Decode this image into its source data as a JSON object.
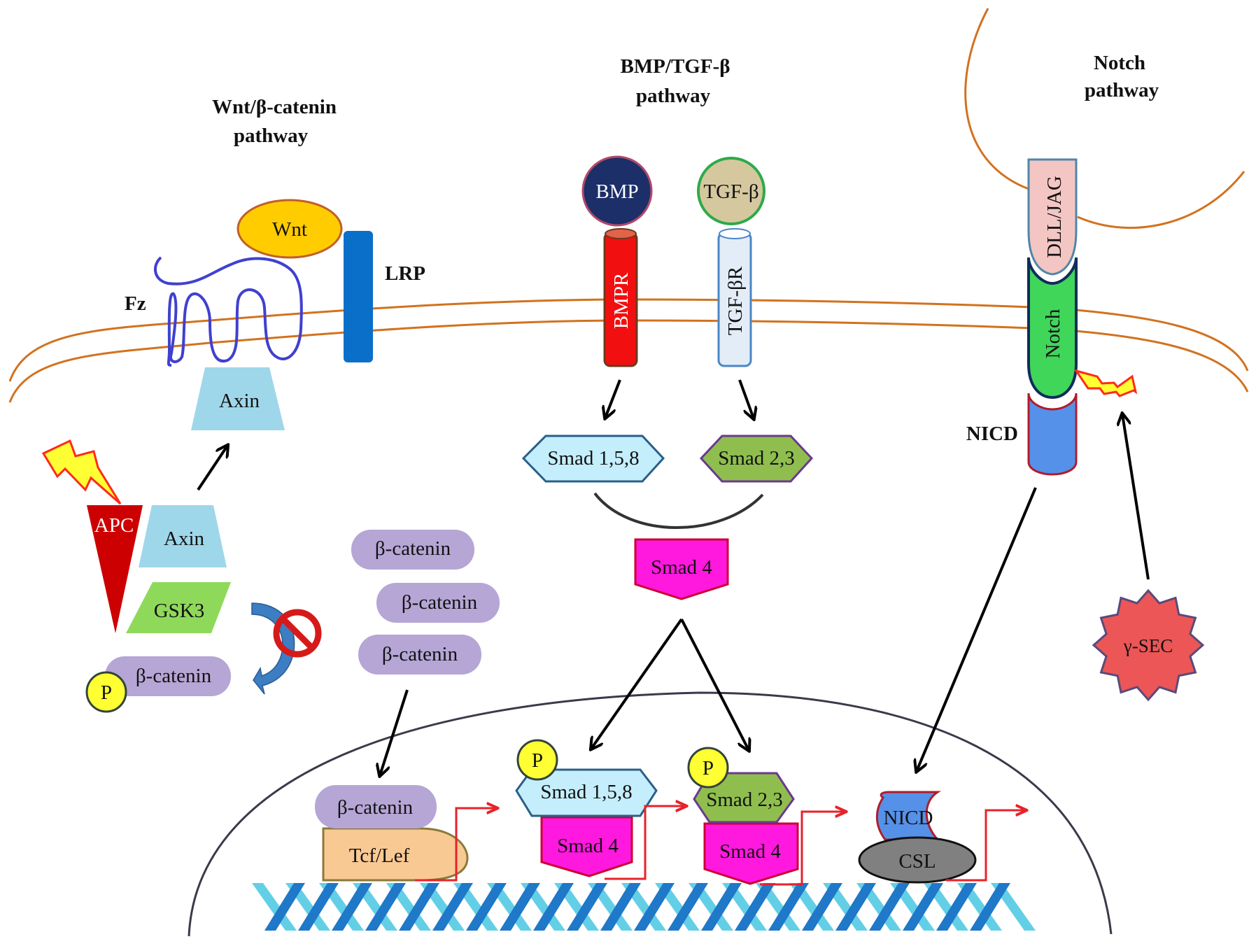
{
  "figure": {
    "titles": {
      "wnt": [
        "Wnt/β-catenin",
        "pathway"
      ],
      "bmp": [
        "BMP/TGF-β",
        "pathway"
      ],
      "notch": [
        "Notch",
        "pathway"
      ]
    },
    "wnt_pathway": {
      "ligand": "Wnt",
      "receptor_fz": "Fz",
      "coreceptor": "LRP",
      "axin_membrane": "Axin",
      "destruction_complex": {
        "apc": "APC",
        "axin": "Axin",
        "gsk3": "GSK3",
        "beta_catenin": "β-catenin",
        "phospho": "P"
      },
      "free_beta_catenin": [
        "β-catenin",
        "β-catenin",
        "β-catenin"
      ],
      "nuclear": {
        "beta_catenin": "β-catenin",
        "tcf_lef": "Tcf/Lef"
      }
    },
    "bmp_pathway": {
      "bmp_ligand": "BMP",
      "tgf_ligand": "TGF-β",
      "bmp_receptor": "BMPR",
      "tgf_receptor": "TGF-βR",
      "smad158": "Smad 1,5,8",
      "smad23": "Smad 2,3",
      "smad4": "Smad 4",
      "nuclear": {
        "smad158": "Smad 1,5,8",
        "smad158_smad4": "Smad 4",
        "smad23": "Smad 2,3",
        "smad23_smad4": "Smad 4",
        "phospho": "P"
      }
    },
    "notch_pathway": {
      "ligand": "DLL/JAG",
      "receptor": "Notch",
      "nicd_label": "NICD",
      "gamma_secretase": "γ-SEC",
      "nuclear": {
        "nicd": "NICD",
        "csl": "CSL"
      }
    },
    "colors": {
      "membrane": "#d2721f",
      "wnt": "#ffcc00",
      "lrp": "#0a6fc9",
      "fz": "#4040d0",
      "axin": "#9fd7ea",
      "apc": "#cc0000",
      "gsk3": "#8fd95a",
      "beta_catenin": "#b5a6d6",
      "phospho": "#ffff33",
      "bmp": "#1c2f68",
      "tgf": "#d5c89e",
      "bmpr": "#f10f0f",
      "tgfr": "#e3edf7",
      "smad158": "#c4eefc",
      "smad23": "#8fbe4f",
      "smad4": "#ff18de",
      "dll_jag": "#f3c6c3",
      "notch": "#3fd65a",
      "nicd": "#5591e8",
      "csl": "#808080",
      "gamma_sec": "#ec5656",
      "tcf_lef": "#f9c994",
      "dna_dark": "#1f78c8",
      "dna_light": "#63cfe6"
    }
  }
}
